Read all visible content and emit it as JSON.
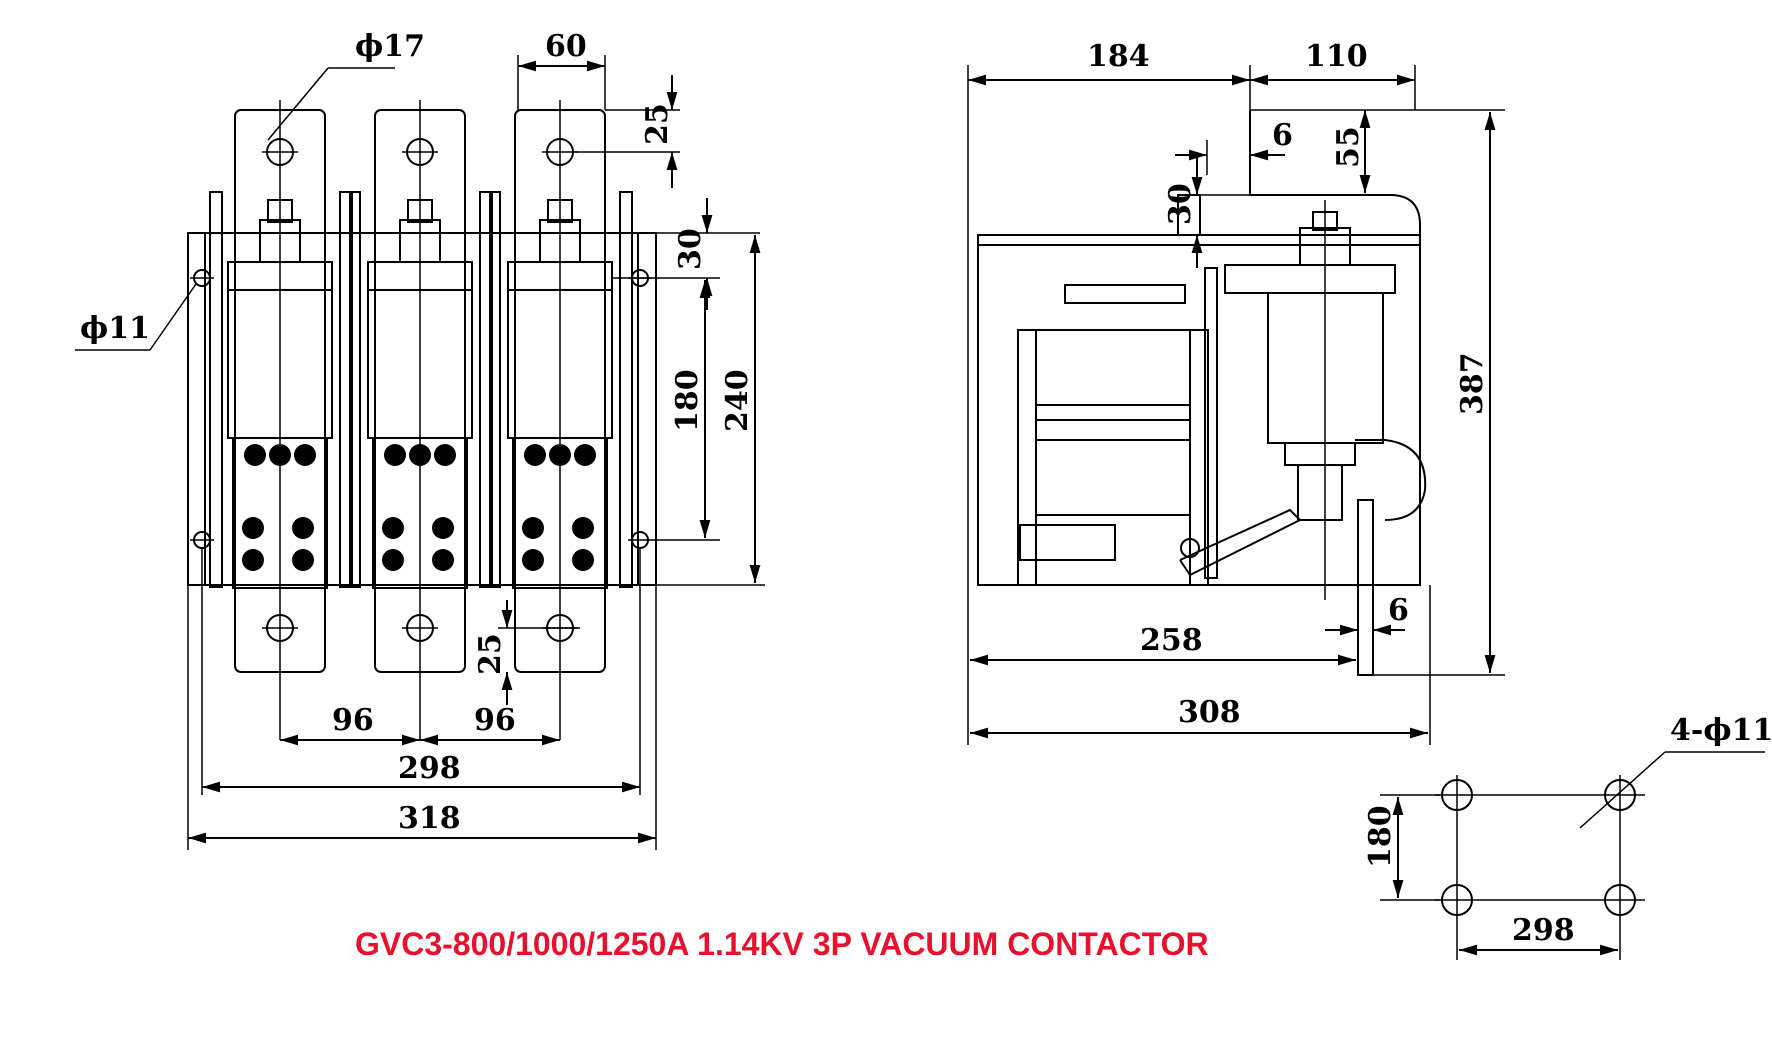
{
  "title": "GVC3-800/1000/1250A 1.14KV 3P VACUUM CONTACTOR",
  "colors": {
    "title": "#e8102c",
    "lines": "#000000",
    "background": "#ffffff"
  },
  "front_view": {
    "dims": {
      "hole_top": "ϕ17",
      "hole_side": "ϕ11",
      "terminal_width": "60",
      "top_offset": "25",
      "height_30": "30",
      "height_180": "180",
      "height_240": "240",
      "bottom_offset": "25",
      "pitch_left": "96",
      "pitch_right": "96",
      "width_298": "298",
      "width_318": "318"
    }
  },
  "side_view": {
    "dims": {
      "depth_184": "184",
      "depth_110": "110",
      "gap_6_top": "6",
      "height_55": "55",
      "height_30": "30",
      "height_387": "387",
      "depth_258": "258",
      "gap_6_bottom": "6",
      "depth_308": "308"
    }
  },
  "mounting_view": {
    "dims": {
      "holes": "4-ϕ11",
      "height_180": "180",
      "width_298": "298"
    }
  }
}
